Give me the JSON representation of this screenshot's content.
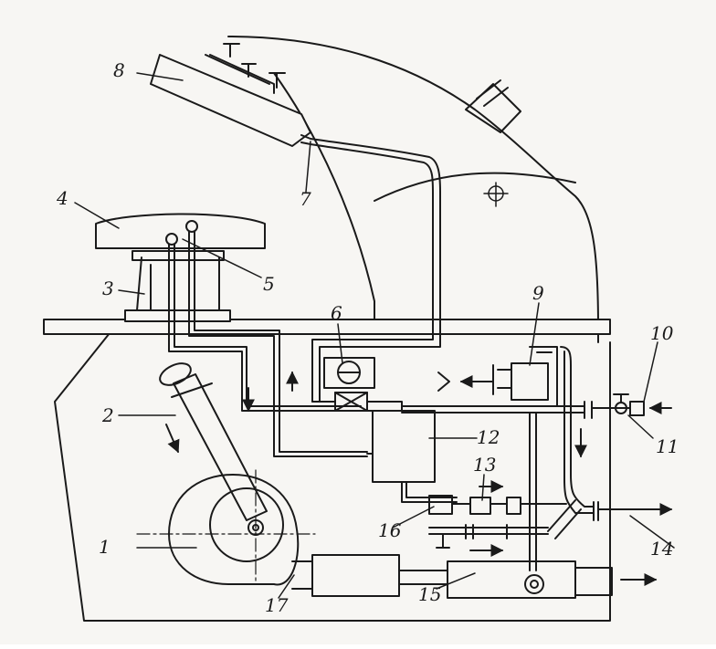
{
  "diagram": {
    "ink_color": "#1a1a1a",
    "paper_color": "#f7f6f3",
    "labels": {
      "l1": "1",
      "l2": "2",
      "l3": "3",
      "l4": "4",
      "l5": "5",
      "l6": "6",
      "l7": "7",
      "l8": "8",
      "l9": "9",
      "l10": "10",
      "l11": "11",
      "l12": "12",
      "l13": "13",
      "l14": "14",
      "l15": "15",
      "l16": "16",
      "l17": "17"
    }
  }
}
